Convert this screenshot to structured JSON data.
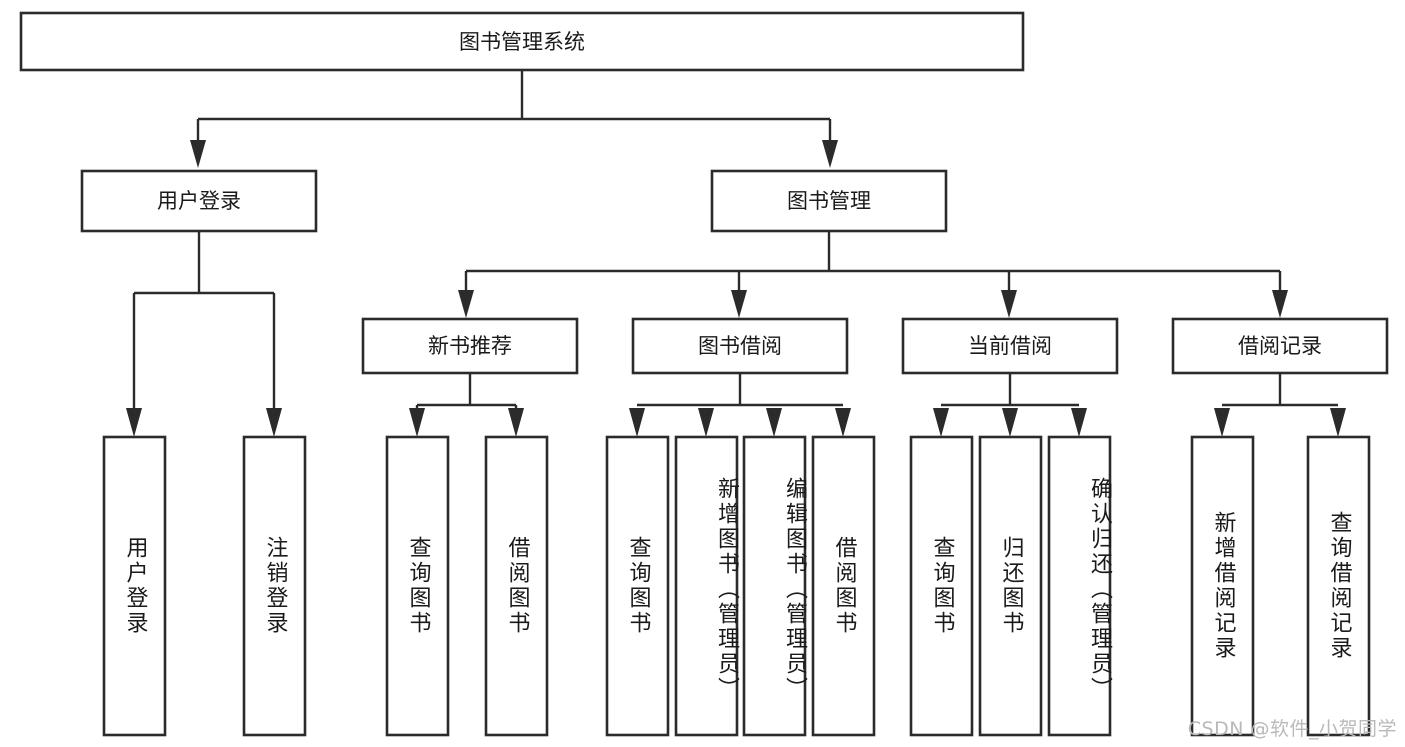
{
  "diagram": {
    "title": "图书管理系统",
    "watermark": "CSDN @软件_小贺同学",
    "colors": {
      "stroke": "#2b2b2b",
      "fill": "#ffffff",
      "text": "#1a1a1a",
      "watermark": "#b9b9b9"
    },
    "root": {
      "label": "图书管理系统"
    },
    "level2": [
      {
        "label": "用户登录"
      },
      {
        "label": "图书管理"
      }
    ],
    "level3": [
      {
        "label": "新书推荐"
      },
      {
        "label": "图书借阅"
      },
      {
        "label": "当前借阅"
      },
      {
        "label": "借阅记录"
      }
    ],
    "leaves": {
      "user_login": [
        {
          "label": "用户登录"
        },
        {
          "label": "注销登录"
        }
      ],
      "new_book": [
        {
          "label": "查询图书"
        },
        {
          "label": "借阅图书"
        }
      ],
      "book_borrow": [
        {
          "label": "查询图书"
        },
        {
          "label": "新增图书（管理员）"
        },
        {
          "label": "编辑图书（管理员）"
        },
        {
          "label": "借阅图书"
        }
      ],
      "current_borrow": [
        {
          "label": "查询图书"
        },
        {
          "label": "归还图书"
        },
        {
          "label": "确认归还（管理员）"
        }
      ],
      "borrow_record": [
        {
          "label": "新增借阅记录"
        },
        {
          "label": "查询借阅记录"
        }
      ]
    }
  },
  "chart_data": {
    "type": "table",
    "title": "图书管理系统 功能结构图",
    "nodes": [
      {
        "id": "root",
        "label": "图书管理系统",
        "level": 0,
        "parent": null
      },
      {
        "id": "n1",
        "label": "用户登录",
        "level": 1,
        "parent": "root"
      },
      {
        "id": "n2",
        "label": "图书管理",
        "level": 1,
        "parent": "root"
      },
      {
        "id": "n1a",
        "label": "用户登录",
        "level": 2,
        "parent": "n1"
      },
      {
        "id": "n1b",
        "label": "注销登录",
        "level": 2,
        "parent": "n1"
      },
      {
        "id": "n2a",
        "label": "新书推荐",
        "level": 2,
        "parent": "n2"
      },
      {
        "id": "n2b",
        "label": "图书借阅",
        "level": 2,
        "parent": "n2"
      },
      {
        "id": "n2c",
        "label": "当前借阅",
        "level": 2,
        "parent": "n2"
      },
      {
        "id": "n2d",
        "label": "借阅记录",
        "level": 2,
        "parent": "n2"
      },
      {
        "id": "n2a1",
        "label": "查询图书",
        "level": 3,
        "parent": "n2a"
      },
      {
        "id": "n2a2",
        "label": "借阅图书",
        "level": 3,
        "parent": "n2a"
      },
      {
        "id": "n2b1",
        "label": "查询图书",
        "level": 3,
        "parent": "n2b"
      },
      {
        "id": "n2b2",
        "label": "新增图书（管理员）",
        "level": 3,
        "parent": "n2b"
      },
      {
        "id": "n2b3",
        "label": "编辑图书（管理员）",
        "level": 3,
        "parent": "n2b"
      },
      {
        "id": "n2b4",
        "label": "借阅图书",
        "level": 3,
        "parent": "n2b"
      },
      {
        "id": "n2c1",
        "label": "查询图书",
        "level": 3,
        "parent": "n2c"
      },
      {
        "id": "n2c2",
        "label": "归还图书",
        "level": 3,
        "parent": "n2c"
      },
      {
        "id": "n2c3",
        "label": "确认归还（管理员）",
        "level": 3,
        "parent": "n2c"
      },
      {
        "id": "n2d1",
        "label": "新增借阅记录",
        "level": 3,
        "parent": "n2d"
      },
      {
        "id": "n2d2",
        "label": "查询借阅记录",
        "level": 3,
        "parent": "n2d"
      }
    ]
  }
}
